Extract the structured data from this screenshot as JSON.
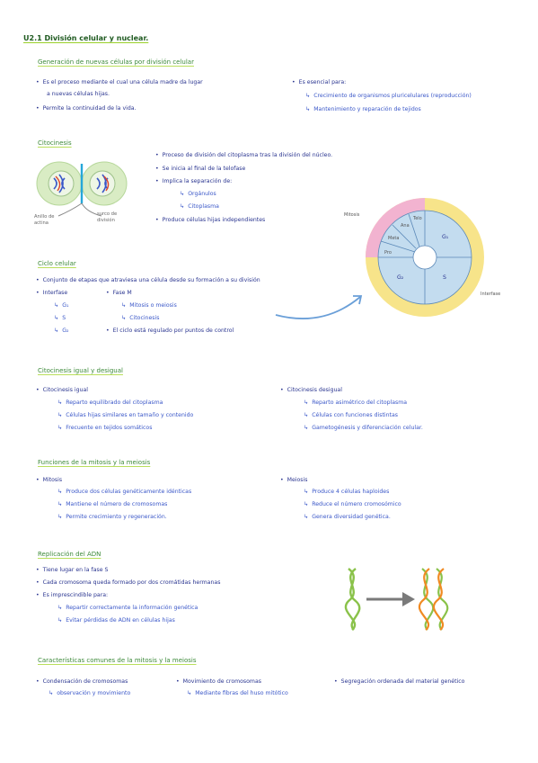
{
  "title": "U2.1 División celular y nuclear.",
  "s1": {
    "heading": "Generación de nuevas células por división celular",
    "l1": "Es el proceso mediante el cual una célula madre da lugar",
    "l1b": "a nuevas células hijas.",
    "l2": "Permite la continuidad de la vida.",
    "r1": "Es esencial para:",
    "r2": "Crecimiento de organismos pluricelulares (reproducción)",
    "r3": "Mantenimiento y reparación de tejidos"
  },
  "s2": {
    "heading": "Citocinesis",
    "b1": "Proceso de división del citoplasma tras la división del núcleo.",
    "b2": "Se inicia al final de la telofase",
    "b3": "Implica la separación de:",
    "b3a": "Orgánulos",
    "b3b": "Citoplasma",
    "b4": "Produce células hijas independientes",
    "lbl_ring": "Anillo de actina",
    "lbl_furrow": "surco de división"
  },
  "wheel": {
    "mitosis": "Mitosis",
    "interfase": "Interfase",
    "g1": "G₁",
    "s": "S",
    "g2": "G₂",
    "pro": "Pro",
    "meta": "Meta",
    "ana": "Ana",
    "telo": "Telo",
    "colors": {
      "mitosis": "#f2b3d0",
      "interfase": "#f7e48a",
      "inner": "#c3dcef",
      "line": "#5a88b8"
    }
  },
  "s3": {
    "heading": "Ciclo celular",
    "b1": "Conjunto de etapas que atraviesa una célula desde su formación a su división",
    "c1": "Interfase",
    "c1a": "G₁",
    "c1b": "S",
    "c1c": "G₂",
    "c2": "Fase M",
    "c2a": "Mitosis o meiosis",
    "c2b": "Citocinesis",
    "c3": "El ciclo está regulado por puntos de control"
  },
  "s4": {
    "heading": "Citocinesis igual y desigual",
    "l": "Citocinesis igual",
    "l1": "Reparto equilibrado del citoplasma",
    "l2": "Células hijas similares en tamaño y contenido",
    "l3": "Frecuente en tejidos somáticos",
    "r": "Citocinesis desigual",
    "r1": "Reparto asimétrico del citoplasma",
    "r2": "Células con funciones distintas",
    "r3": "Gametogénesis y diferenciación celular."
  },
  "s5": {
    "heading": "Funciones de la mitosis y la meiosis",
    "l": "Mitosis",
    "l1": "Produce dos células genéticamente idénticas",
    "l2": "Mantiene el número de cromosomas",
    "l3": "Permite crecimiento y regeneración.",
    "r": "Meiosis",
    "r1": "Produce 4 células haploides",
    "r2": "Reduce el número cromosómico",
    "r3": "Genera diversidad genética."
  },
  "s6": {
    "heading": "Replicación del ADN",
    "b1": "Tiene lugar en la fase S",
    "b2": "Cada cromosoma queda formado por dos cromátidas hermanas",
    "b3": "Es imprescindible para:",
    "b3a": "Repartir correctamente la información genética",
    "b3b": "Evitar pérdidas de ADN en células hijas"
  },
  "s7": {
    "heading": "Características comunes de la mitosis y la meiosis",
    "c1": "Condensación de cromosomas",
    "c1a": "observación y movimiento",
    "c2": "Movimiento de cromosomas",
    "c2a": "Mediante fibras del huso mitótico",
    "c3": "Segregación ordenada del material genético"
  }
}
